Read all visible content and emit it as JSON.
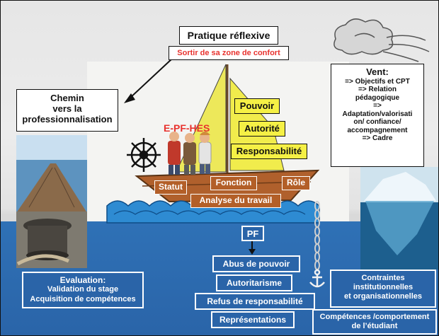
{
  "title": {
    "main": "Pratique réflexive",
    "sub": "Sortir de sa zone de confort"
  },
  "chemin": {
    "line1": "Chemin",
    "line2": "vers la",
    "line3": "professionnalisation"
  },
  "vent": {
    "title": "Vent:",
    "l1": "=> Objectifs et CPT",
    "l2": "=> Relation",
    "l3": "pédagogique",
    "l4": "=>",
    "l5": "Adaptation/valorisati",
    "l6": "on/ confiance/",
    "l7": "accompagnement",
    "l8": "=> Cadre"
  },
  "sails": {
    "pouvoir": "Pouvoir",
    "autorite": "Autorité",
    "responsabilite": "Responsabilité"
  },
  "crew_label": "E-PF-HES",
  "hull": {
    "statut": "Statut",
    "fonction": "Fonction",
    "role": "Rôle",
    "analyse": "Analyse du travail"
  },
  "pf": "PF",
  "below": [
    "Abus de pouvoir",
    "Autoritarisme",
    "Refus de responsabilité",
    "Représentations"
  ],
  "evaluation": {
    "title": "Evaluation:",
    "l1": "Validation du stage",
    "l2": "Acquisition de compétences"
  },
  "contraintes": {
    "l1": "Contraintes",
    "l2": "institutionnelles",
    "l3": "et organisationnelles"
  },
  "competences": {
    "l1": "Compétences /comportement",
    "l2": "de l’étudiant"
  },
  "colors": {
    "sea": "#2a64a8",
    "sail": "#f5f045",
    "hull": "#b35f28",
    "accent_red": "#e8322e"
  },
  "icons": [
    "cloud-wind-icon",
    "ship-wheel-icon",
    "anchor-icon",
    "chain-icon",
    "pier-photo",
    "bollard-photo",
    "iceberg-photo",
    "people-illustration"
  ]
}
